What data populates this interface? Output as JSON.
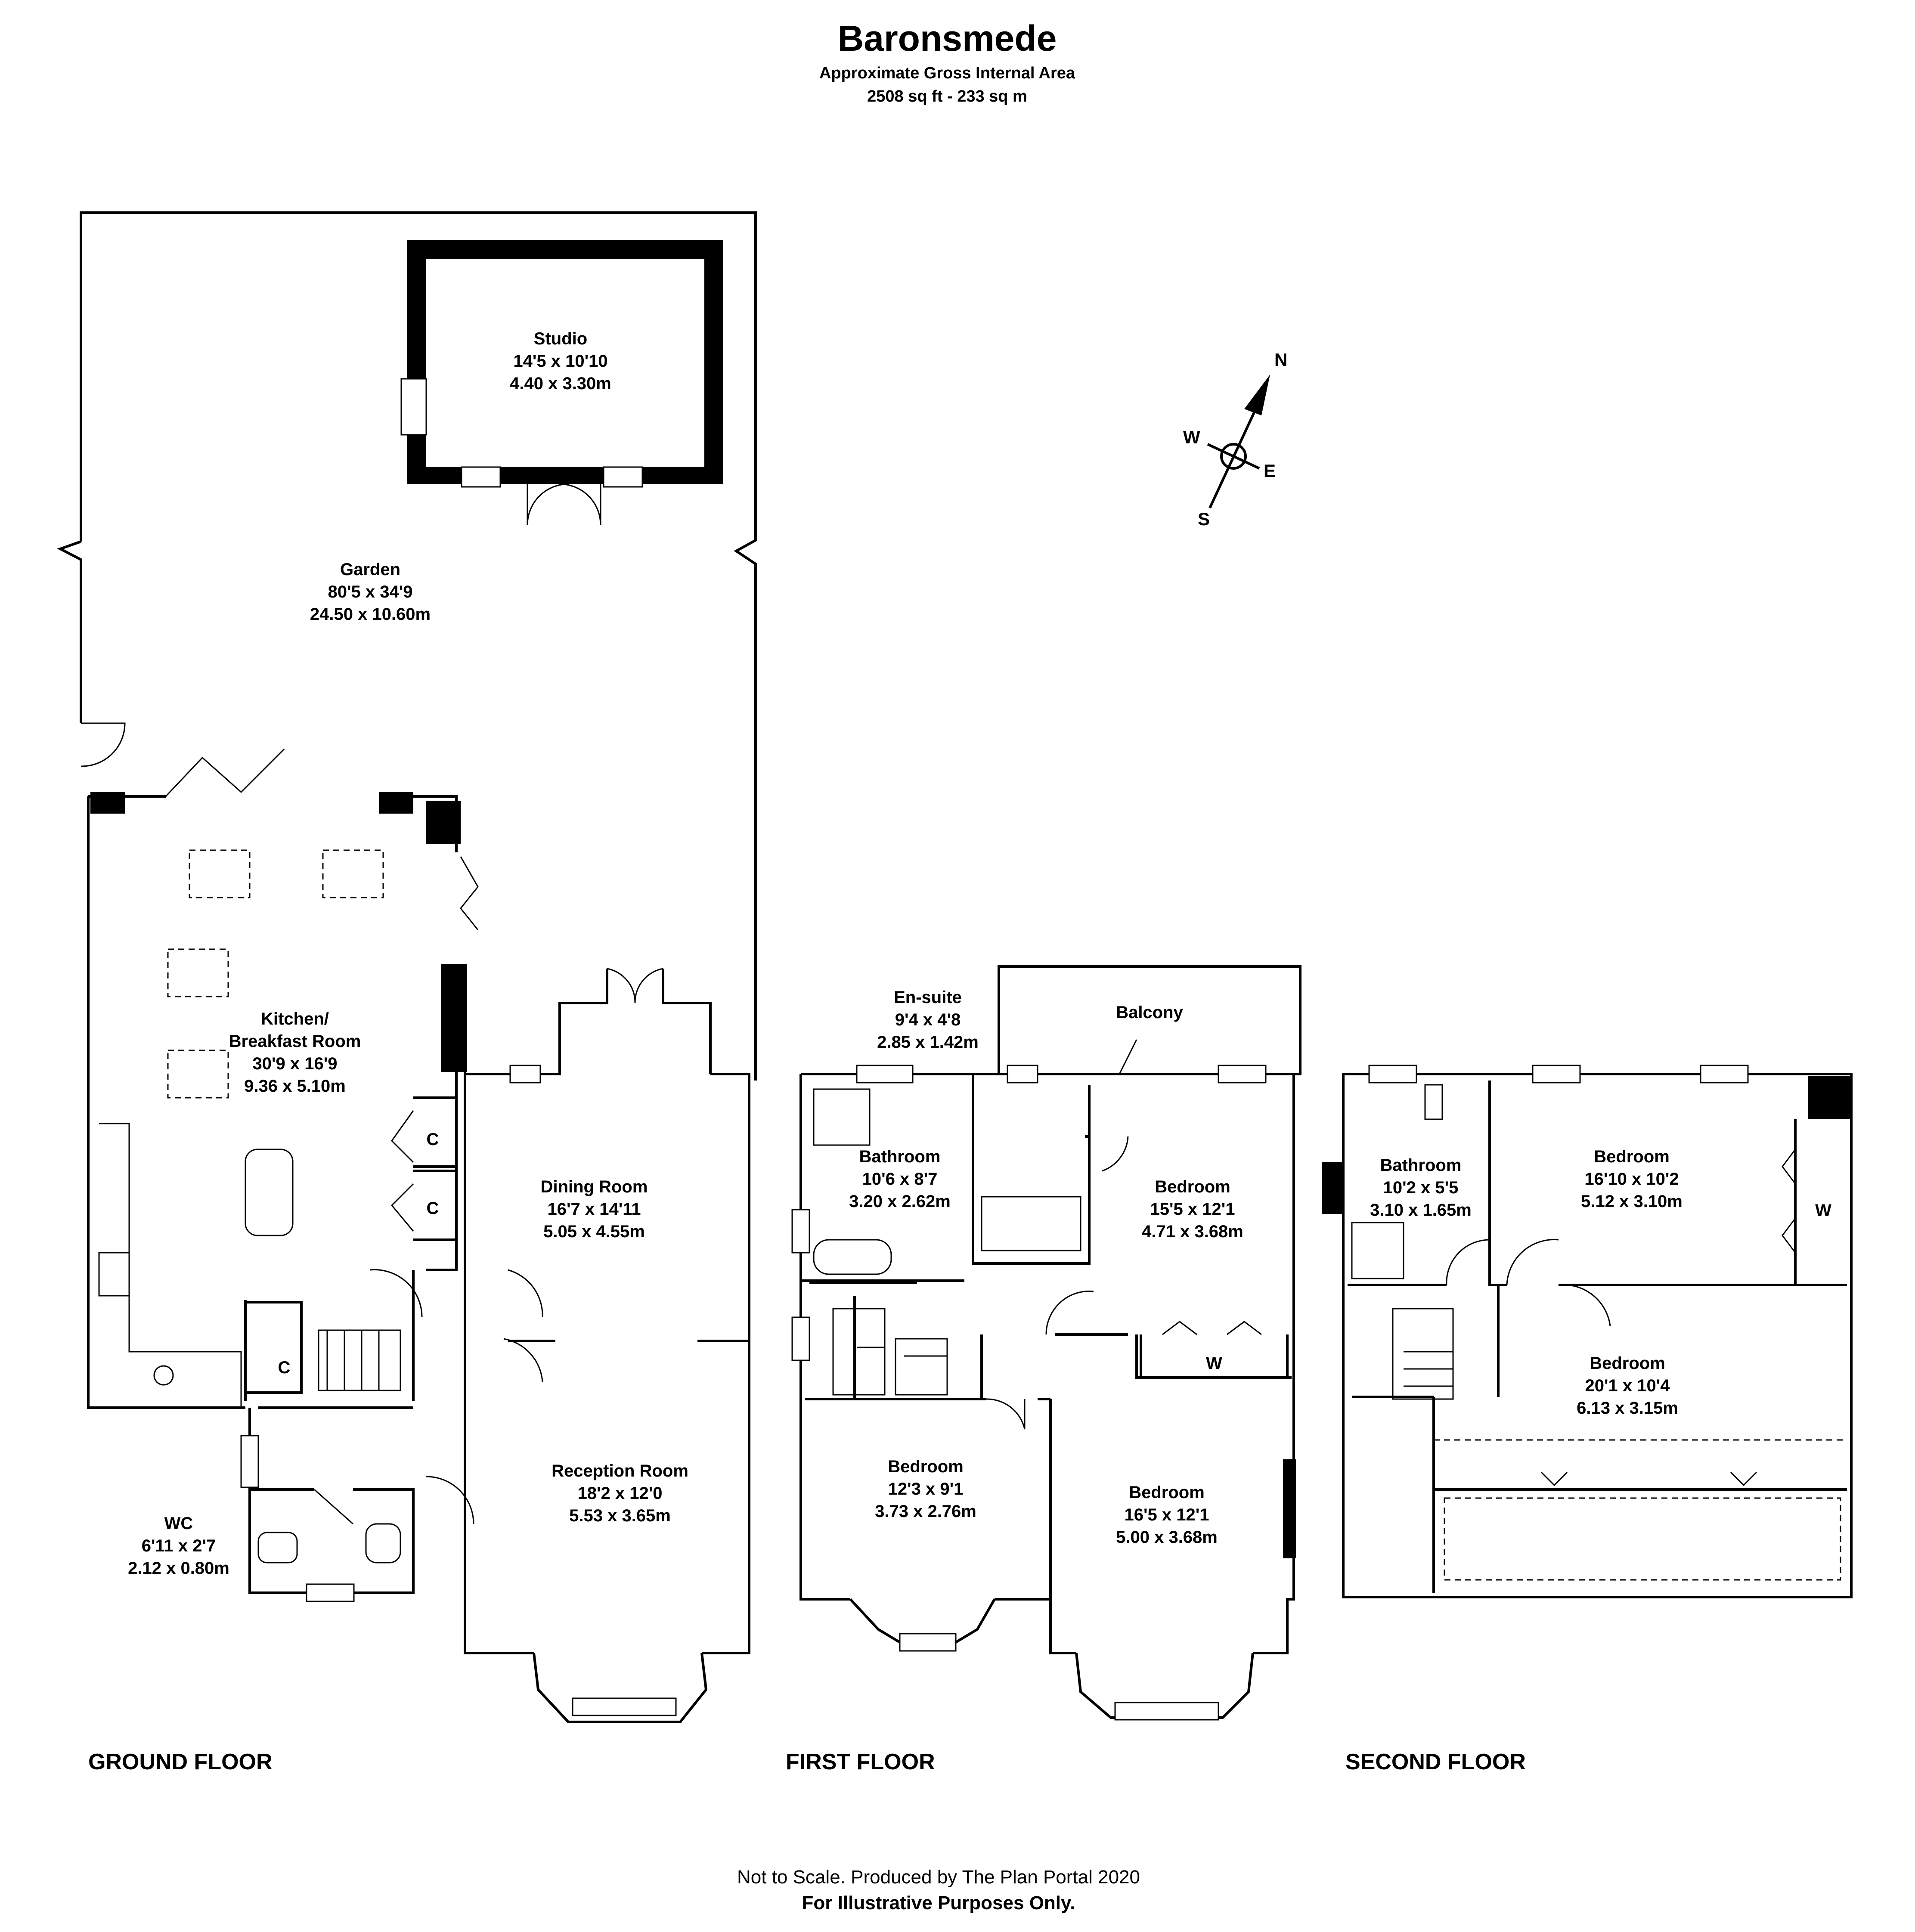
{
  "header": {
    "title": "Baronsmede",
    "subtitle": "Approximate Gross Internal Area",
    "area": "2508 sq ft - 233 sq m"
  },
  "compass": {
    "n": "N",
    "e": "E",
    "s": "S",
    "w": "W"
  },
  "floors": {
    "ground": "GROUND FLOOR",
    "first": "FIRST FLOOR",
    "second": "SECOND FLOOR"
  },
  "rooms": {
    "studio": {
      "name": "Studio",
      "imperial": "14'5 x 10'10",
      "metric": "4.40 x 3.30m"
    },
    "garden": {
      "name": "Garden",
      "imperial": "80'5 x 34'9",
      "metric": "24.50 x 10.60m"
    },
    "kitchen": {
      "name": "Kitchen/",
      "name2": "Breakfast Room",
      "imperial": "30'9 x 16'9",
      "metric": "9.36 x 5.10m"
    },
    "dining": {
      "name": "Dining Room",
      "imperial": "16'7 x 14'11",
      "metric": "5.05 x 4.55m"
    },
    "reception": {
      "name": "Reception Room",
      "imperial": "18'2 x 12'0",
      "metric": "5.53 x 3.65m"
    },
    "wc": {
      "name": "WC",
      "imperial": "6'11 x 2'7",
      "metric": "2.12 x 0.80m"
    },
    "cupboard": "C",
    "ensuite": {
      "name": "En-suite",
      "imperial": "9'4 x 4'8",
      "metric": "2.85 x 1.42m"
    },
    "balcony": {
      "name": "Balcony"
    },
    "bathroom1": {
      "name": "Bathroom",
      "imperial": "10'6 x 8'7",
      "metric": "3.20 x 2.62m"
    },
    "bedroom_f1": {
      "name": "Bedroom",
      "imperial": "15'5 x 12'1",
      "metric": "4.71 x 3.68m"
    },
    "bedroom_f2": {
      "name": "Bedroom",
      "imperial": "12'3 x 9'1",
      "metric": "3.73 x 2.76m"
    },
    "bedroom_f3": {
      "name": "Bedroom",
      "imperial": "16'5 x 12'1",
      "metric": "5.00 x 3.68m"
    },
    "wardrobe": "W",
    "bathroom2": {
      "name": "Bathroom",
      "imperial": "10'2 x 5'5",
      "metric": "3.10 x 1.65m"
    },
    "bedroom_s1": {
      "name": "Bedroom",
      "imperial": "16'10 x 10'2",
      "metric": "5.12 x 3.10m"
    },
    "bedroom_s2": {
      "name": "Bedroom",
      "imperial": "20'1 x 10'4",
      "metric": "6.13 x 3.15m"
    }
  },
  "footer": {
    "line1": "Not to Scale. Produced by The Plan Portal 2020",
    "line2": "For Illustrative Purposes Only."
  }
}
